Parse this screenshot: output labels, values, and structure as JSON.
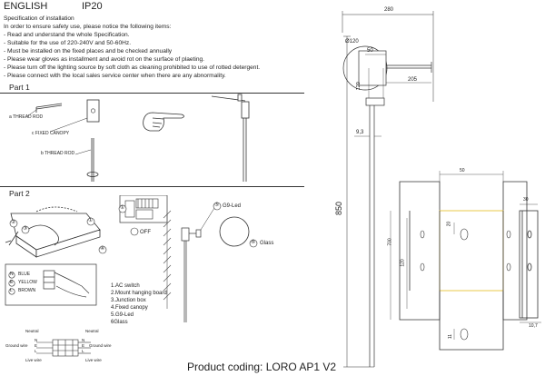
{
  "header": {
    "language": "ENGLISH",
    "ip_rating": "IP20"
  },
  "spec": {
    "title": "Specification of installation",
    "intro": "In order to ensure safety use, please notice the following items:",
    "items": [
      "- Read and understand the whole Specification.",
      "- Suitable for the use of 220-240V and 50-60Hz.",
      "- Must be installed on the fixed places and be checked annually",
      "- Please wear gloves as installment and avoid rot on the surface of plaeting.",
      "- Please turn off the lighting source by soft cloth as cleaning prohibited to use of rotted detergent.",
      "- Please connect with the local sales service center when there are any abnormality."
    ]
  },
  "part1": {
    "title": "Part 1",
    "labels": {
      "a": "a THREAD ROD",
      "c": "c FIXED CANOPY",
      "b": "b THREAD ROD"
    }
  },
  "part2": {
    "title": "Part 2",
    "callouts": {
      "c1": "①",
      "c2": "②",
      "c3": "③",
      "c4": "④",
      "c5": "⑤",
      "c6": "⑥"
    },
    "off_label": "OFF",
    "led_label": "G9-Led",
    "glass_label": "Glass",
    "wires": [
      {
        "letter": "N",
        "name": "BLUE"
      },
      {
        "letter": "E",
        "name": "YELLOW"
      },
      {
        "letter": "L",
        "name": "BROWN"
      }
    ],
    "legend": [
      "1.AC switch",
      "2.Mount hanging board",
      "3.Junction box",
      "4.Fixed canopy",
      "5.G9-Led",
      "6Glass"
    ],
    "wiring": {
      "neutral_left": "Neutral",
      "neutral_right": "Neutral",
      "ground_left": "Ground wire",
      "ground_right": "Ground wire",
      "live_left": "Live wire",
      "live_right": "Live wire",
      "n": "N",
      "e": "E",
      "l": "L"
    }
  },
  "drawing": {
    "dims": {
      "width_total": "280",
      "canopy_dia": "Ø120",
      "d50": "50",
      "d205": "205",
      "d120": "120",
      "rod_dia": "9,3",
      "height_total": "850",
      "plate_w": "50",
      "plate_h": "120",
      "plate_side": "30",
      "plate_h2": "700",
      "hole": "20",
      "d11": "11",
      "side_depth": "10,7"
    },
    "product_coding": "Product coding: LORO AP1 V2"
  },
  "colors": {
    "line": "#333333",
    "highlight": "#e8c84a",
    "hatch": "#555555"
  }
}
